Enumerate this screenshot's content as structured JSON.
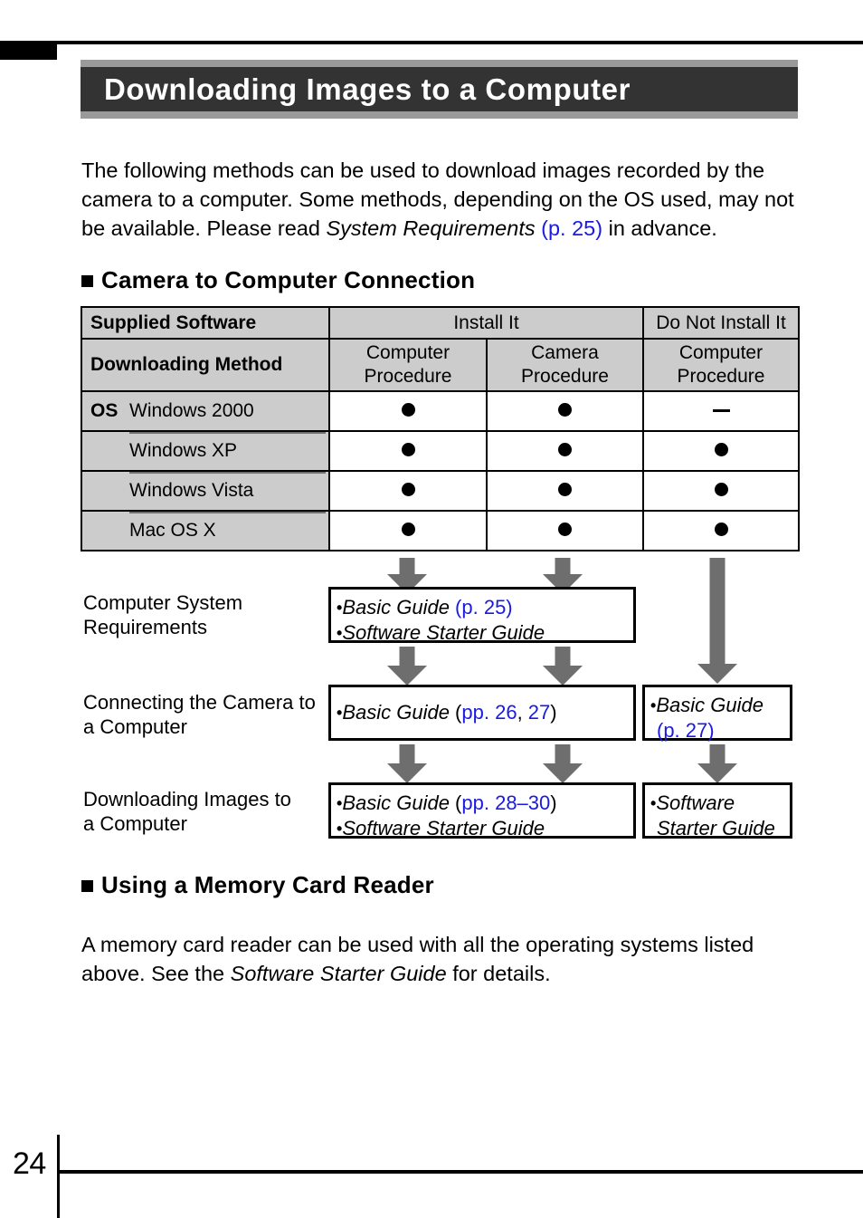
{
  "page": {
    "number": "24",
    "title": "Downloading Images to a Computer"
  },
  "intro": {
    "part1": "The following methods can be used to download images recorded by the camera to a computer. Some methods, depending on the OS used, may not be available. Please read ",
    "italic_ref": "System Requirements",
    "page_ref": " (p. 25)",
    "part2": " in advance."
  },
  "sections": {
    "camera_connection": "Camera to Computer Connection",
    "card_reader": "Using a Memory Card Reader"
  },
  "reader": {
    "text1": "A memory card reader can be used with all the operating systems listed above. See the ",
    "italic_ref": "Software Starter Guide",
    "text2": " for details."
  },
  "table": {
    "header_row1": {
      "col1": "Supplied Software",
      "install_it": "Install It",
      "do_not_install_it": "Do Not Install It"
    },
    "header_row2": {
      "col1": "Downloading Method",
      "computer_procedure_1": "Computer\nProcedure",
      "camera_procedure": "Camera\nProcedure",
      "computer_procedure_2": "Computer\nProcedure"
    },
    "os_tag": "OS",
    "rows": [
      {
        "os": "Windows 2000",
        "install_computer": "dot",
        "install_camera": "dot",
        "no_install_computer": "dash"
      },
      {
        "os": "Windows XP",
        "install_computer": "dot",
        "install_camera": "dot",
        "no_install_computer": "dot"
      },
      {
        "os": "Windows Vista",
        "install_computer": "dot",
        "install_camera": "dot",
        "no_install_computer": "dot"
      },
      {
        "os": "Mac OS X",
        "install_computer": "dot",
        "install_camera": "dot",
        "no_install_computer": "dot"
      }
    ]
  },
  "flow": {
    "labels": {
      "row1": "Computer System\nRequirements",
      "row2": "Connecting the Camera to\na Computer",
      "row3": "Downloading Images to\na Computer"
    },
    "box_r1c1": {
      "line1_italic": "Basic Guide",
      "line1_ref": " (p. 25)",
      "line2_italic": "Software Starter Guide"
    },
    "box_r2c1": {
      "line1_italic": "Basic Guide",
      "line1_open": " (",
      "line1_ref_a": "pp. 26",
      "line1_sep": ", ",
      "line1_ref_b": "27",
      "line1_close": ")"
    },
    "box_r2c2": {
      "line1_italic": "Basic Guide",
      "line2_ref": "(p. 27)"
    },
    "box_r3c1": {
      "line1_italic": "Basic Guide",
      "line1_open": " (",
      "line1_ref": "pp. 28–30",
      "line1_close": ")",
      "line2_italic": "Software Starter Guide"
    },
    "box_r3c2": {
      "line1_italic": "Software",
      "line2_italic": "Starter Guide"
    }
  },
  "colors": {
    "link_blue": "#1a1ae0",
    "banner_dark": "#333333",
    "banner_gray": "#9a9a9a",
    "table_header_gray": "#cccccc",
    "arrow_gray": "#6e6e6e"
  }
}
